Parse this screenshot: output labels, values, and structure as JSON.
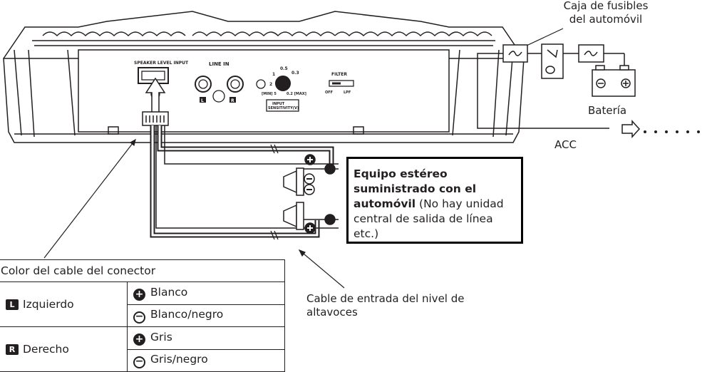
{
  "labels": {
    "fuse_box": "Caja de fusibles\ndel automóvil",
    "battery": "Batería",
    "acc": "ACC",
    "cable": "Cable de entrada del nivel de\naltavoces"
  },
  "amp_panel": {
    "speaker_level_input": "SPEAKER LEVEL INPUT",
    "line_in": "LINE IN",
    "l": "L",
    "r": "R",
    "filter": "FILTER",
    "filter_off": "OFF",
    "filter_lpf": "LPF",
    "input_sensitivity": "INPUT\nSENSITIVITY(V)",
    "sens_min": "[MIN] 5",
    "sens_max": "0.2 [MAX]",
    "sens_05": "0.5",
    "sens_03": "0.3",
    "sens_1": "1",
    "sens_2": "2"
  },
  "stereo": {
    "bold": "Equipo estéreo suministrado con el automóvil",
    "note": "(No hay unidad central de salida de línea etc.)"
  },
  "wire_table": {
    "header": "Color del cable del conector",
    "left_badge": "L",
    "left": "Izquierdo",
    "right_badge": "R",
    "right": "Derecho",
    "plus": "+",
    "minus": "−",
    "rows": [
      "Blanco",
      "Blanco/negro",
      "Gris",
      "Gris/negro"
    ]
  }
}
